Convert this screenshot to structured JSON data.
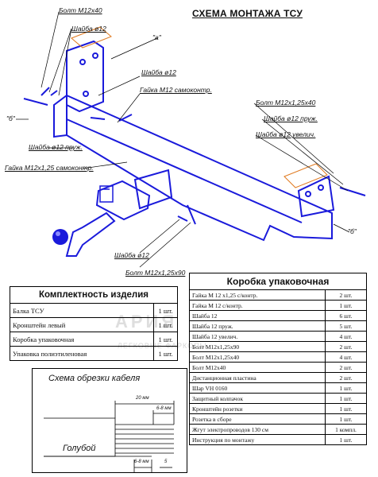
{
  "title": "СХЕМА МОНТАЖА ТСУ",
  "callouts": {
    "bolt_m12x40": "Болт М12х40",
    "washer_12_top": "Шайба ø12",
    "mark_a": "\"а\"",
    "washer_12_mid": "Шайба ø12",
    "nut_m12_self": "Гайка М12 самоконтр.",
    "bolt_m12x125x40": "Болт М12х1,25х40",
    "washer_12_spring_right": "Шайба ø12 пруж.",
    "washer_12_enlarged": "Шайба ø12 увелич.",
    "mark_b_left": "\"б\"",
    "washer_12_spring_left": "Шайба ø12 пруж.",
    "nut_m12x125_self": "Гайка М12х1,25 самоконтр.",
    "mark_b_right": "\"б\"",
    "washer_12_bottom": "Шайба ø12",
    "bolt_m12x125x90": "Болт М12х1,25х90"
  },
  "completeness": {
    "title": "Комплектность изделия",
    "rows": [
      {
        "name": "Балка ТСУ",
        "qty": "1 шт."
      },
      {
        "name": "Кронштейн левый",
        "qty": "1 шт."
      },
      {
        "name": "Коробка упаковочная",
        "qty": "1 шт."
      },
      {
        "name": "Упаковка полиэтиленовая",
        "qty": "1 шт."
      }
    ]
  },
  "box": {
    "title": "Коробка упаковочная",
    "rows": [
      {
        "name": "Гайка М 12 х1,25 с/контр.",
        "qty": "2 шт."
      },
      {
        "name": "Гайка М 12  с/контр.",
        "qty": "1 шт."
      },
      {
        "name": "Шайба 12",
        "qty": "6 шт."
      },
      {
        "name": "Шайба 12   пруж.",
        "qty": "5 шт."
      },
      {
        "name": "Шайба 12   увелич.",
        "qty": "4 шт."
      },
      {
        "name": "Болт М12х1,25х90",
        "qty": "2 шт."
      },
      {
        "name": "Болт М12х1,25х40",
        "qty": "4 шт."
      },
      {
        "name": "Болт М12х40",
        "qty": "2 шт."
      },
      {
        "name": "Дистанционная пластина",
        "qty": "2 шт."
      },
      {
        "name": "Шар VH 0160",
        "qty": "1 шт."
      },
      {
        "name": "Защитный колпачок",
        "qty": "1 шт."
      },
      {
        "name": "Кронштейн розетки",
        "qty": "1 шт."
      },
      {
        "name": "Розетка в сборе",
        "qty": "1 шт."
      },
      {
        "name": "Жгут электропроводов 130 см",
        "qty": "1 компл."
      },
      {
        "name": "Инструкция по монтажу",
        "qty": "1 шт."
      }
    ]
  },
  "cable": {
    "title": "Схема обрезки кабеля",
    "dim_total": "20 мм",
    "dim_strip": "6-8 мм",
    "dim_strip_bottom": "6-8 мм",
    "dim_five": "5",
    "wire_label": "Голубой"
  },
  "watermark": {
    "brand": "АРИЯ",
    "sub": "ЛЕГКОВЫЕ ФАРКОПЫ"
  },
  "colors": {
    "drawing": "#1a1adb",
    "outline": "#000000",
    "plate": "#e07a20"
  }
}
